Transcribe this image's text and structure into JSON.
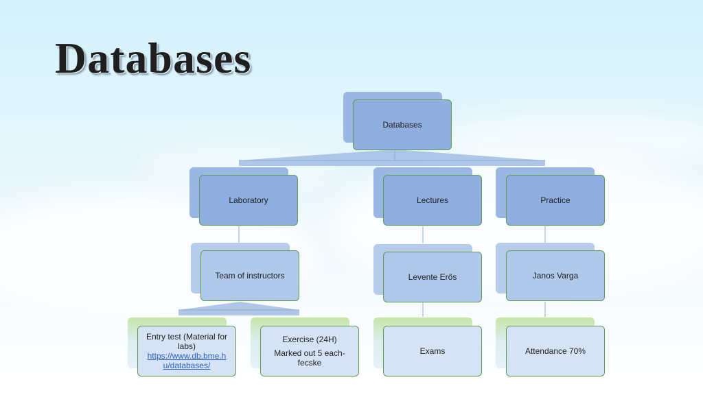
{
  "slide": {
    "title": "Databases"
  },
  "diagram": {
    "root": "Databases",
    "laboratory": "Laboratory",
    "lectures": "Lectures",
    "practice": "Practice",
    "team": "Team of instructors",
    "lecturer": "Levente Erős",
    "practice_lead": "Janos Varga",
    "entry_test": {
      "line1": "Entry test (Material for",
      "line2": "labs)",
      "link1": "https://www.db.bme.h",
      "link2": "u/databases/"
    },
    "exercise": {
      "line1": "Exercise (24H)",
      "line2": "Marked out 5 each-",
      "line3": "fecske"
    },
    "exams": "Exams",
    "attendance": "Attendance 70%"
  }
}
